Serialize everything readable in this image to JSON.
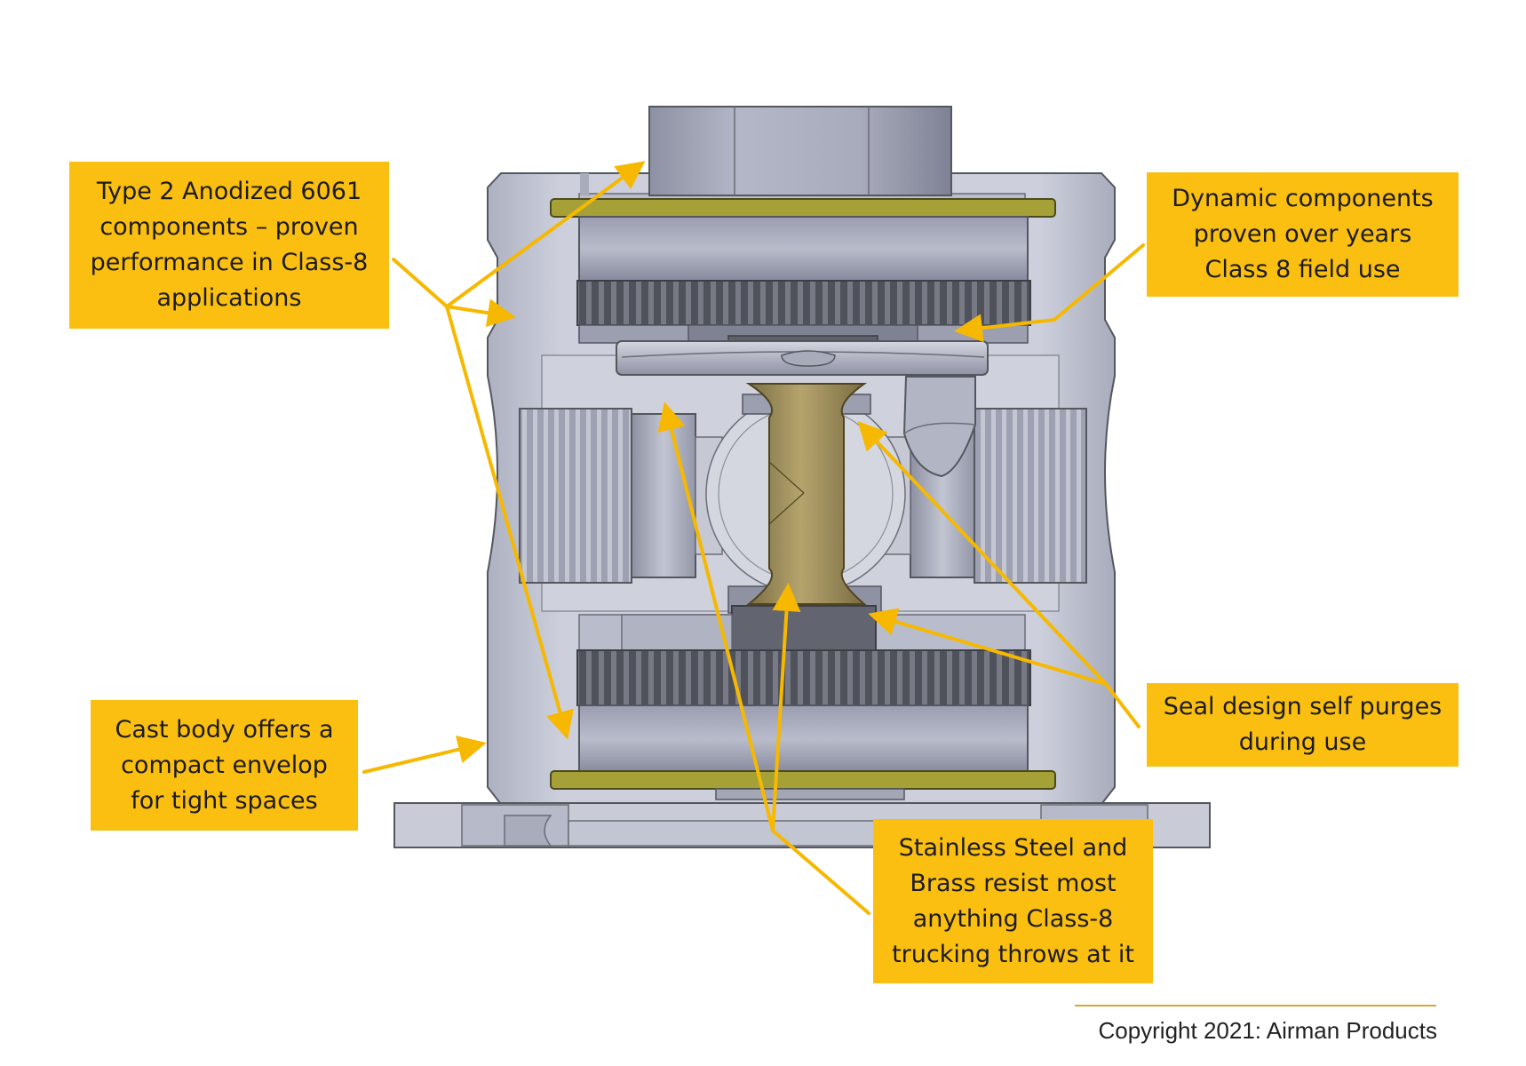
{
  "callouts": {
    "anodized": [
      "Type 2 Anodized 6061",
      "components – proven",
      "performance in Class-8",
      "applications"
    ],
    "dynamic": [
      "Dynamic components",
      "proven over years",
      "Class 8 field use"
    ],
    "cast_body": [
      "Cast body offers a",
      "compact envelop",
      "for tight spaces"
    ],
    "seal": [
      "Seal design self purges",
      "during use"
    ],
    "stainless": [
      "Stainless Steel and",
      "Brass resist most",
      "anything Class-8",
      "trucking throws at it"
    ]
  },
  "copyright": "Copyright 2021: Airman Products",
  "colors": {
    "callout_fill": "#fbbf12",
    "arrow": "#f6b800",
    "body_gray": "#c3c6d4",
    "dark_gray": "#62646f",
    "seal_olive": "#a5a137",
    "stem_brass": "#9c8c5c"
  }
}
